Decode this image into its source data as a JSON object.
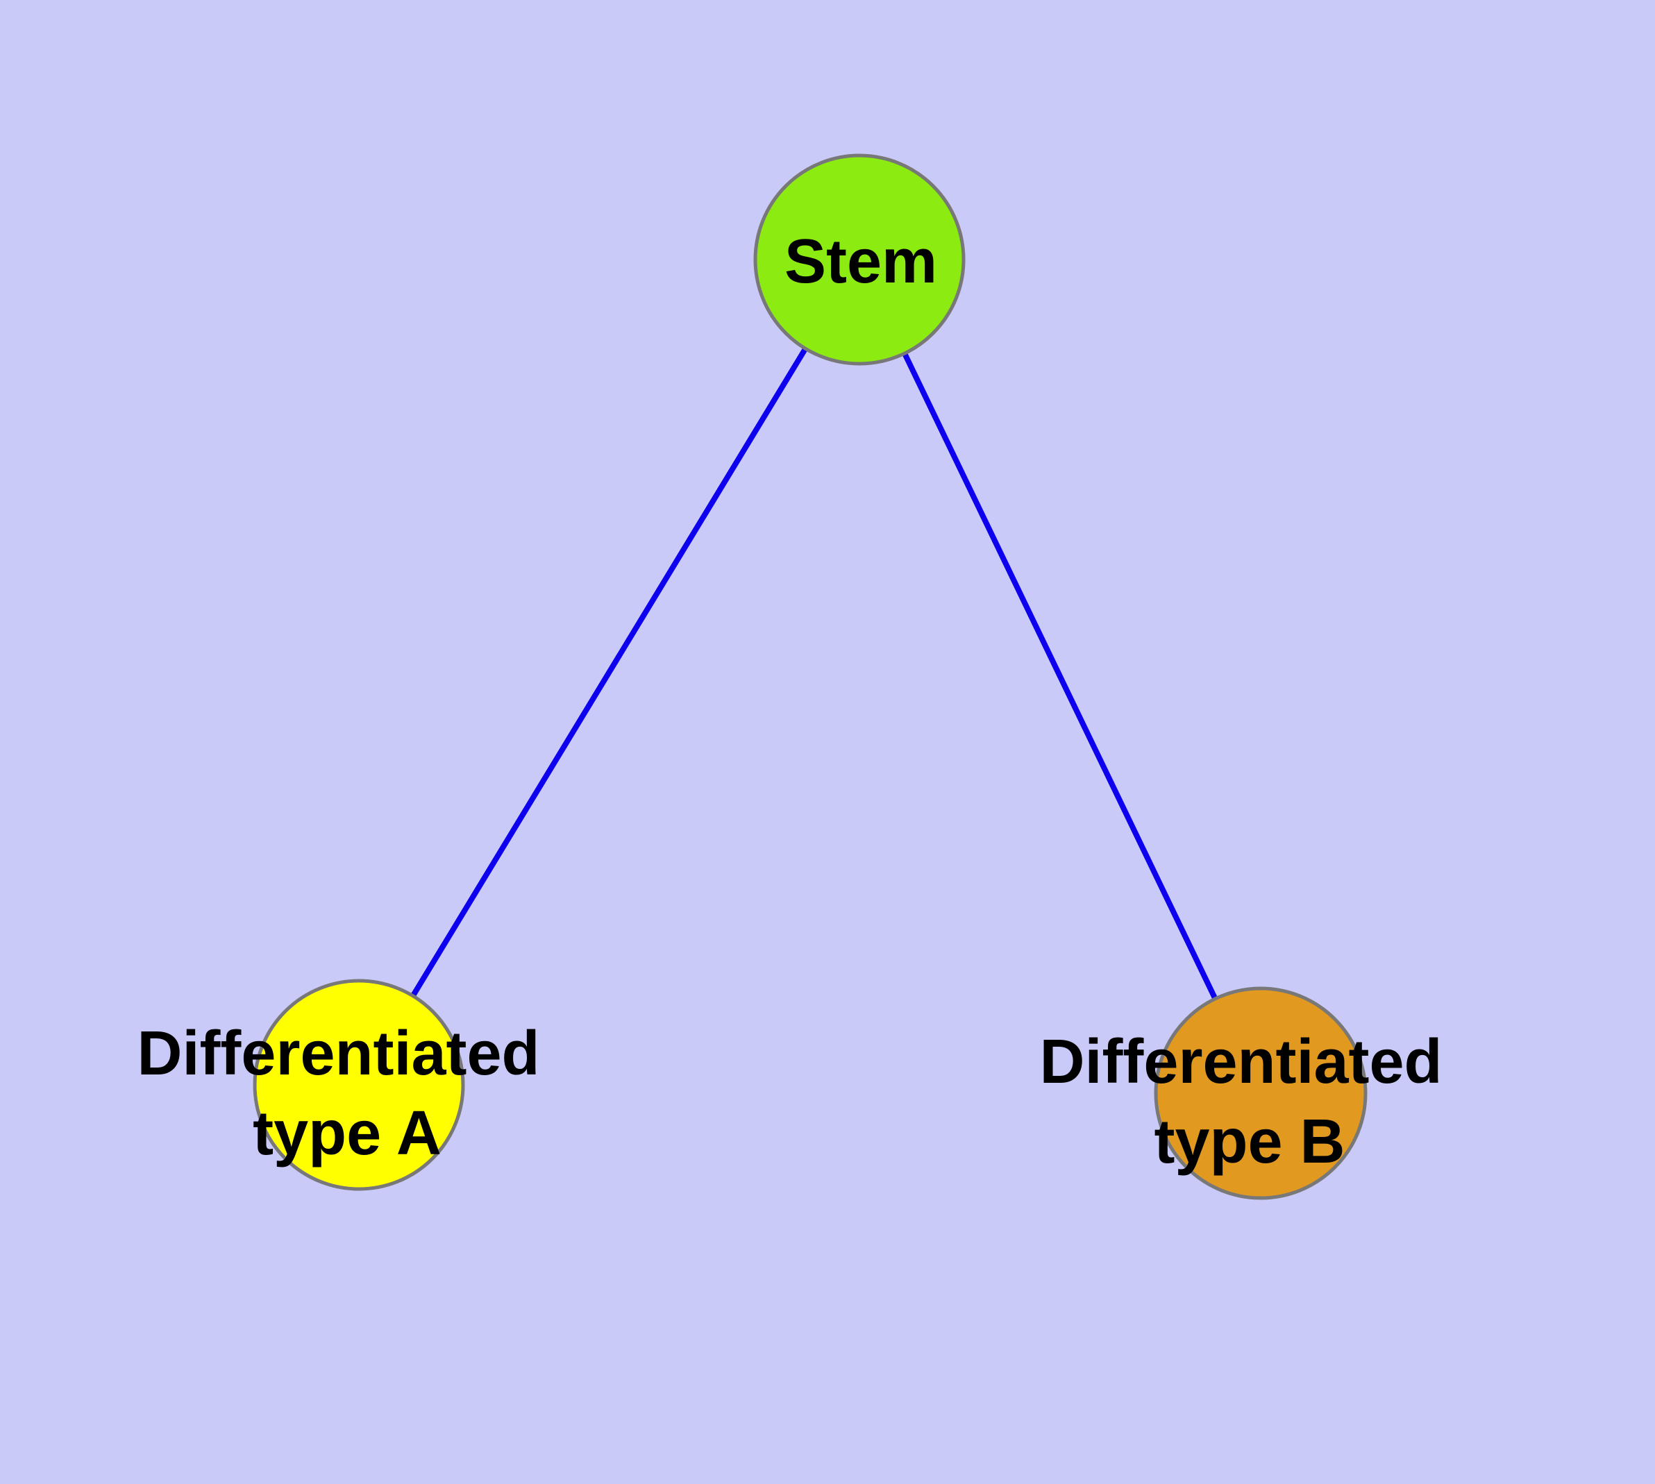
{
  "diagram": {
    "background_color": "#cacaf9",
    "edge_color": "#0d00ee",
    "node_border_color": "#787878",
    "text_color": "#000000",
    "nodes": {
      "stem": {
        "label": "Stem",
        "fill": "#8ceb10"
      },
      "type_a": {
        "label_line1": "Differentiated",
        "label_line2": "type A",
        "fill": "#ffff00"
      },
      "type_b": {
        "label_line1": "Differentiated",
        "label_line2": "type B",
        "fill": "#e2991f"
      }
    },
    "edges": [
      {
        "from": "Stem",
        "to": "Differentiated type A"
      },
      {
        "from": "Stem",
        "to": "Differentiated type B"
      }
    ]
  }
}
